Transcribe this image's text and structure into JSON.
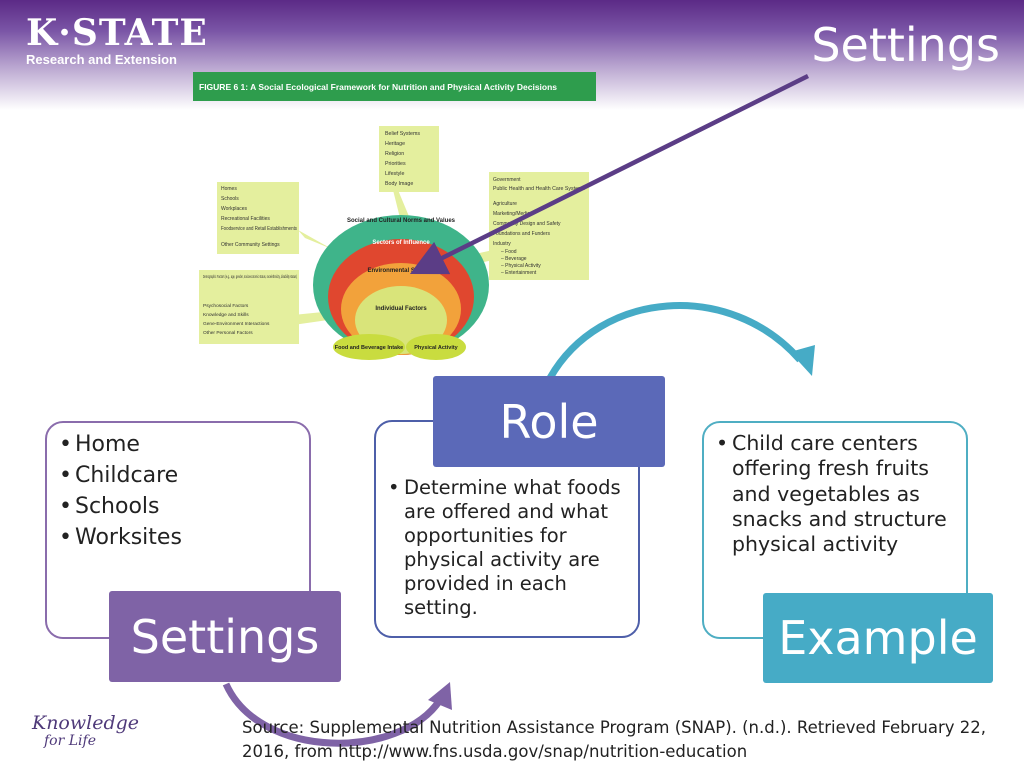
{
  "header": {
    "logo_main": "K·STATE",
    "logo_sub": "Research and Extension",
    "title": "Settings"
  },
  "figure": {
    "caption": "FIGURE 6 1: A Social Ecological Framework for Nutrition and Physical Activity Decisions",
    "top_box": [
      "Belief Systems",
      "Heritage",
      "Religion",
      "Priorities",
      "Lifestyle",
      "Body Image"
    ],
    "left_box": [
      "Homes",
      "Schools",
      "Workplaces",
      "Recreational Facilities",
      "Foodservice and Retail Establishments",
      "Other Community Settings"
    ],
    "right_box": [
      "Government",
      "Public Health and Health Care Systems",
      "Agriculture",
      "Marketing/Media",
      "Community Design and Safety",
      "Foundations and Funders",
      "Industry",
      "– Food",
      "– Beverage",
      "– Physical Activity",
      "– Entertainment"
    ],
    "bottom_left_box": [
      "Demographic Factors (e.g., age, gender, socioeconomic status, race/ethnicity, disability status)",
      "Psychosocial Factors",
      "Knowledge and Skills",
      "Gene-Environment Interactions",
      "Other Personal Factors"
    ],
    "ring_outer": "Social and Cultural Norms and Values",
    "ring_sectors": "Sectors of Influence",
    "ring_env": "Environmental Settings",
    "ring_individual": "Individual Factors",
    "oval_food": "Food and Beverage Intake",
    "oval_activity": "Physical Activity",
    "colors": {
      "outer": "#3fb48a",
      "sectors": "#e0472f",
      "env": "#f2a23b",
      "individual": "#d9e47a",
      "boxes": "#e4ef9e"
    }
  },
  "settings_panel": {
    "heading": "Settings",
    "items": [
      "Home",
      "Childcare",
      "Schools",
      "Worksites"
    ]
  },
  "role_panel": {
    "heading": "Role",
    "items": [
      "Determine what foods are offered and what opportunities for physical activity are provided in each setting."
    ]
  },
  "example_panel": {
    "heading": "Example",
    "items": [
      "Child care centers offering fresh fruits and vegetables as snacks and structure physical activity"
    ]
  },
  "footer": {
    "logo_line1": "Knowledge",
    "logo_line2": "for Life",
    "source": "Source: Supplemental Nutrition Assistance Program (SNAP). (n.d.). Retrieved February 22, 2016, from http://www.fns.usda.gov/snap/nutrition-education"
  }
}
